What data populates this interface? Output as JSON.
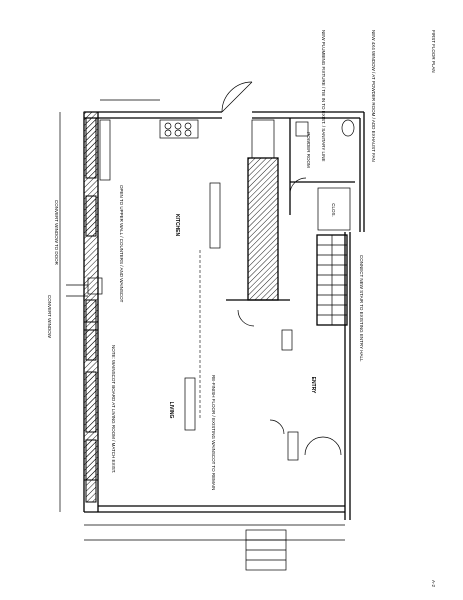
{
  "rooms": {
    "kitchen": "KITCHEN",
    "living": "LIVING",
    "entry": "ENTRY",
    "powder": "POWDER ROOM",
    "closet": "CLOS."
  },
  "notes": {
    "note_kitchen": "OPEN TO UPPER WALL / COUNTERS / AND WAINSCOT",
    "note_living": "NOTE: WAINSCOT BOARD AT LIVING ROOM / MATCH EXIST.",
    "note_entry": "RE-FINISH FLOOR / EXISTING WAINSCOT TO REMAIN",
    "top_right_1": "NEW PLUMBING FIXTURE / TIE IN TO EXIST. / SANITARY LINE",
    "top_right_2": "NEW 4X4 WINDOW / AT POWDER ROOM / ADD EXHAUST FAN",
    "left_a": "CONVERT WINDOW TO DOOR",
    "left_b": "CONVERT WINDOW",
    "bottom_right": "CONNECT NEW STAIR TO EXISTING ENTRY HALL"
  },
  "title_block": {
    "sheet_title": "FIRST FLOOR PLAN",
    "sheet_number": "A-2"
  }
}
